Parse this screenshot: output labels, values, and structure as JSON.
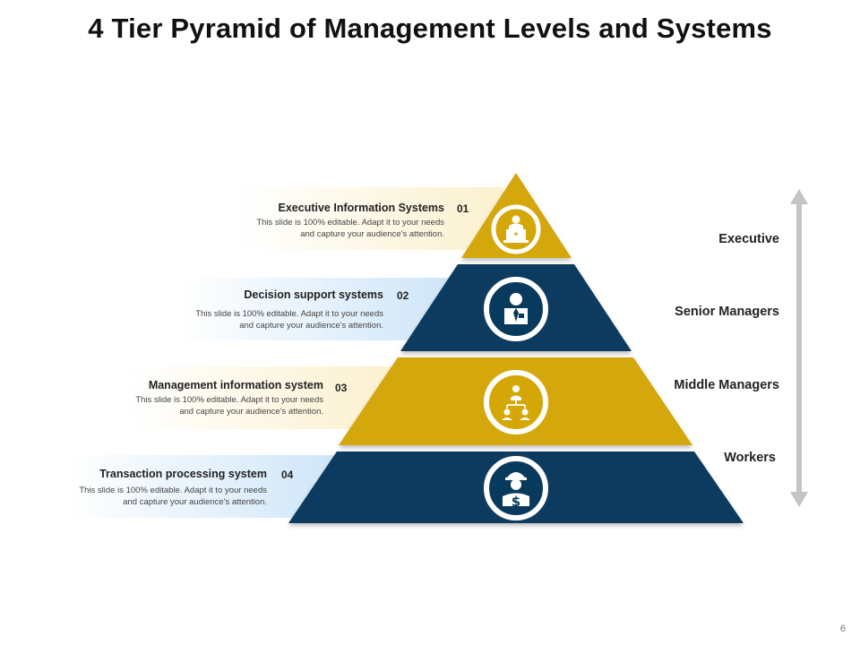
{
  "title": "4 Tier Pyramid of Management Levels and Systems",
  "tiers": [
    {
      "number": "01",
      "heading": "Executive Information Systems",
      "description": "This slide is 100% editable.  Adapt it to your needs and capture your audience's attention.",
      "level": "Executive",
      "icon": "executive-computer-icon",
      "color": "#d4a707"
    },
    {
      "number": "02",
      "heading": "Decision support systems",
      "description": "This slide is 100% editable.  Adapt it to your needs and capture your audience's attention.",
      "level": "Senior Managers",
      "icon": "businessman-icon",
      "color": "#083a5e"
    },
    {
      "number": "03",
      "heading": "Management information system",
      "description": "This slide is 100% editable.  Adapt it to your needs and capture your audience's attention.",
      "level": "Middle Managers",
      "icon": "org-chart-icon",
      "color": "#d4a707"
    },
    {
      "number": "04",
      "heading": "Transaction processing system",
      "description": "This slide is 100% editable.  Adapt it to your needs and capture your audience's attention.",
      "level": "Workers",
      "icon": "worker-helmet-dollar-icon",
      "color": "#083a5e"
    }
  ],
  "page_number": "6",
  "colors": {
    "gold": "#d4a707",
    "navy": "#083a5e",
    "arrow": "#c4c4c4"
  }
}
